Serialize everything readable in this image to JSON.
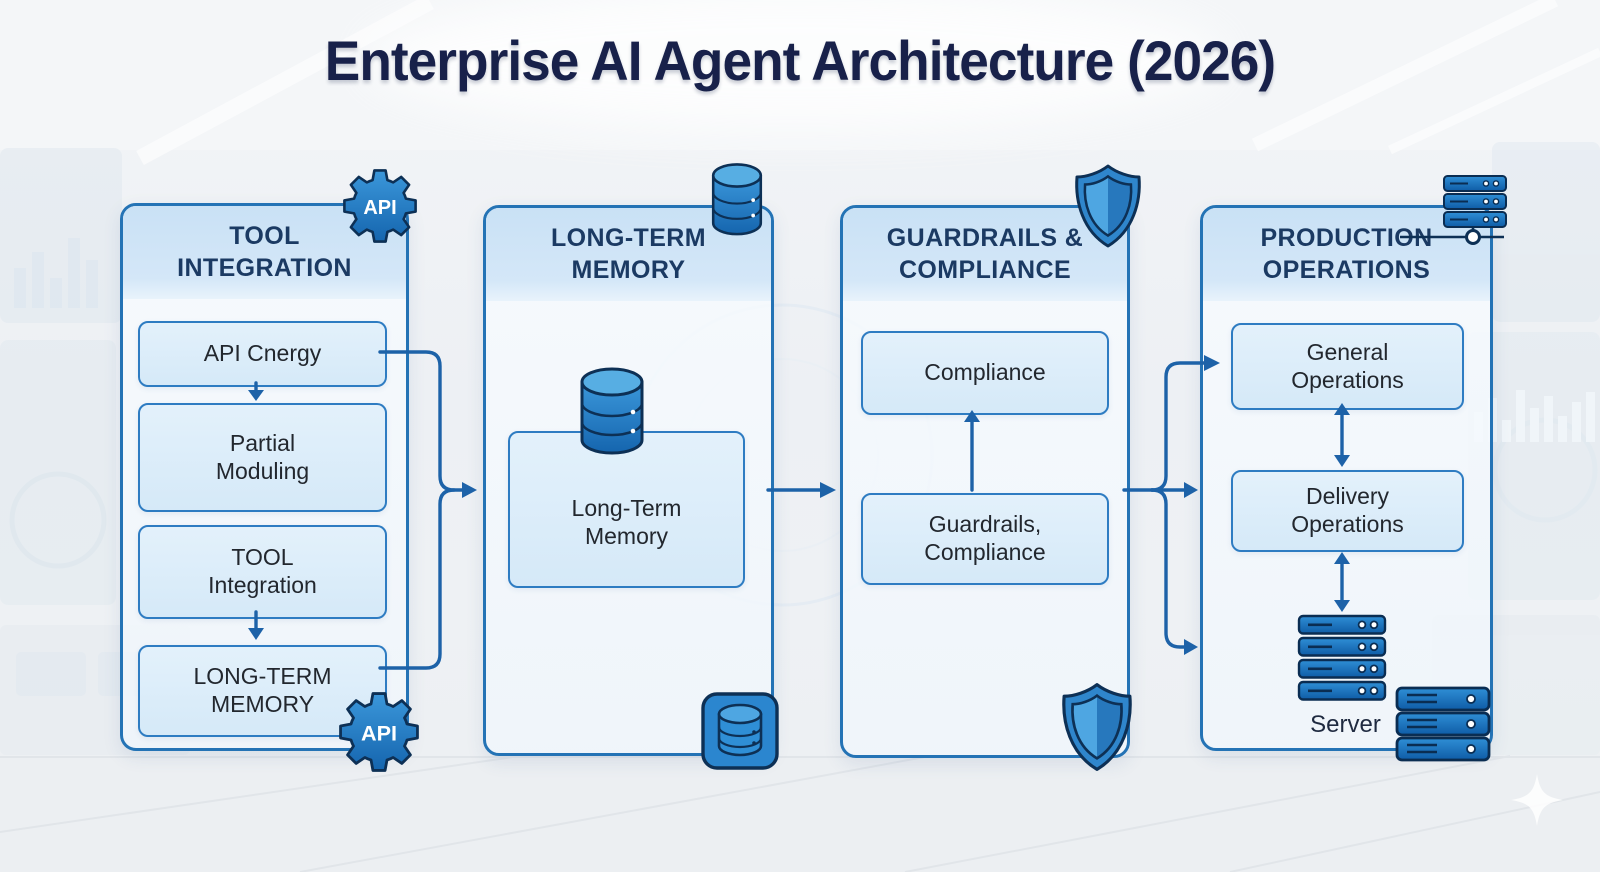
{
  "title": "Enterprise AI Agent Architecture (2026)",
  "columns": [
    {
      "header": "TOOL\nINTEGRATION",
      "boxes": [
        "API Cnergy",
        "Partial\nModuling",
        "TOOL\nIntegration",
        "LONG-TERM\nMEMORY"
      ],
      "badges": {
        "top": "API",
        "bottom": "API"
      }
    },
    {
      "header": "LONG-TERM\nMEMORY",
      "boxes": [
        "Long-Term\nMemory"
      ]
    },
    {
      "header": "GUARDRAILS &\nCOMPLIANCE",
      "boxes": [
        "Compliance",
        "Guardrails,\nCompliance"
      ]
    },
    {
      "header": "PRODUCTION\nOPERATIONS",
      "boxes": [
        "General\nOperations",
        "Delivery\nOperations"
      ],
      "server_label": "Server"
    }
  ],
  "icons": {
    "api-gear-icon": "gear with API badge",
    "database-icon": "blue database cylinder",
    "database-box-icon": "database cylinder in rounded square",
    "shield-icon": "two-tone security shield",
    "server-rack-icon": "stacked server bars",
    "network-node-icon": "horizontal line with node circle",
    "sparkle-icon": "four-point star"
  },
  "colors": {
    "panel_border": "#2473b5",
    "header_bg": "#cde3f5",
    "box_bg": "#dcedfa",
    "box_border": "#2e7cc2",
    "connector": "#1d62a8",
    "title_text": "#18214a",
    "icon_fill": "#2b86cf",
    "icon_outline": "#0d3055"
  }
}
